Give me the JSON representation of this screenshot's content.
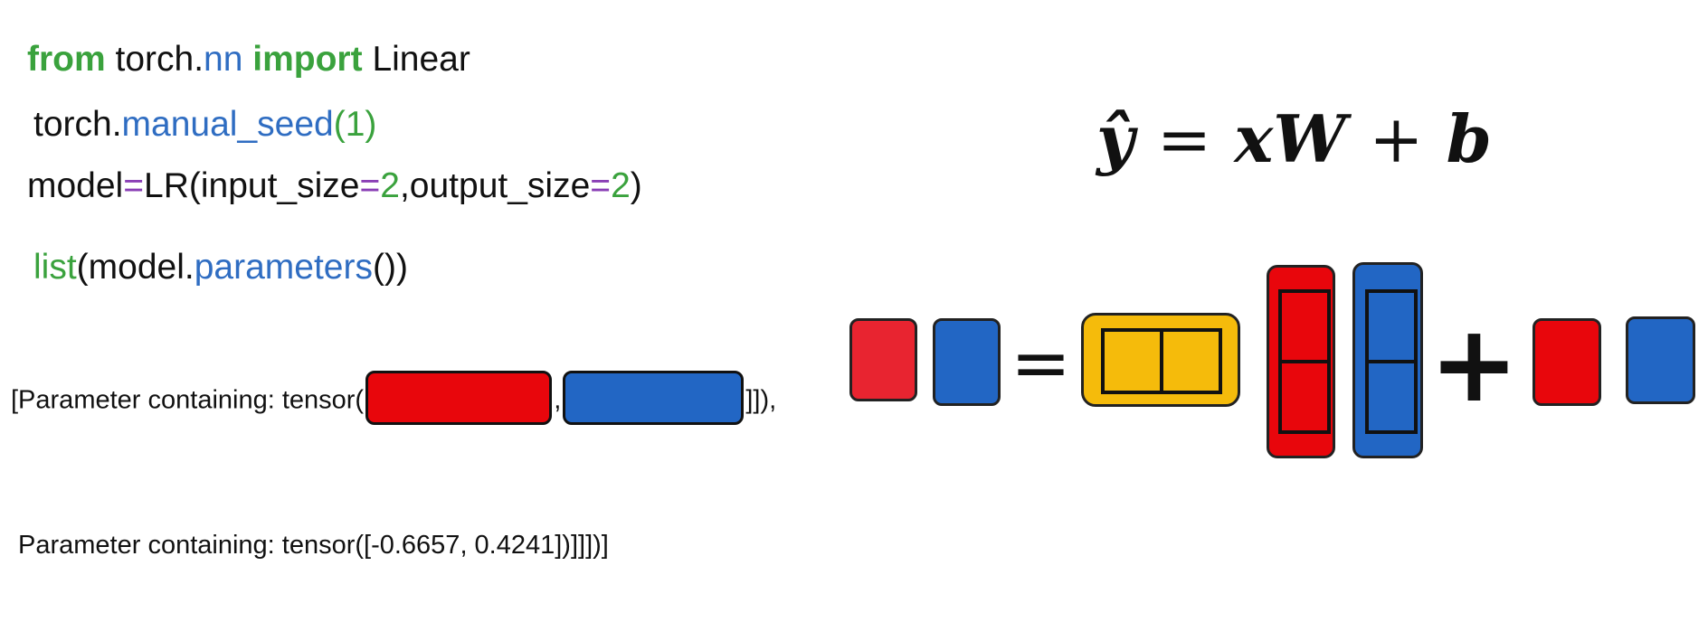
{
  "code": {
    "line1": {
      "kw1": "from",
      "t1": " torch.",
      "mod": "nn",
      "kw2": " import",
      "t2": " Linear"
    },
    "line2": {
      "t1": "torch.",
      "fn": "manual_seed",
      "p1": "(",
      "num": "1",
      "p2": ")"
    },
    "line3": {
      "t1": "model",
      "eq1": "=",
      "t2": "LR(input_size",
      "eq2": "=",
      "n1": "2",
      "t3": ",output_size",
      "eq3": "=",
      "n2": "2",
      "t4": ")"
    },
    "line4": {
      "fn1": "list",
      "t1": "(model.",
      "fn2": "parameters",
      "t2": "())"
    }
  },
  "output": {
    "line1_prefix": "[Parameter containing: tensor([[",
    "line1_sep": ", [",
    "line1_suffix": "]]),",
    "line2": "Parameter containing: tensor([-0.6657, 0.4241])]]])]"
  },
  "equation": {
    "yhat": "ŷ",
    "equals": "=",
    "x": "x",
    "W": "W",
    "plus": "+",
    "b": "b"
  },
  "diagram": {
    "equals_sign": "=",
    "plus_sign": "+"
  },
  "colors": {
    "red": "#e8060c",
    "red_light": "#e82430",
    "blue": "#2266c4",
    "yellow": "#f5bb0b",
    "keyword_green": "#3aa23d",
    "name_blue": "#2f6dc2",
    "operator_purple": "#8a3fb6"
  }
}
